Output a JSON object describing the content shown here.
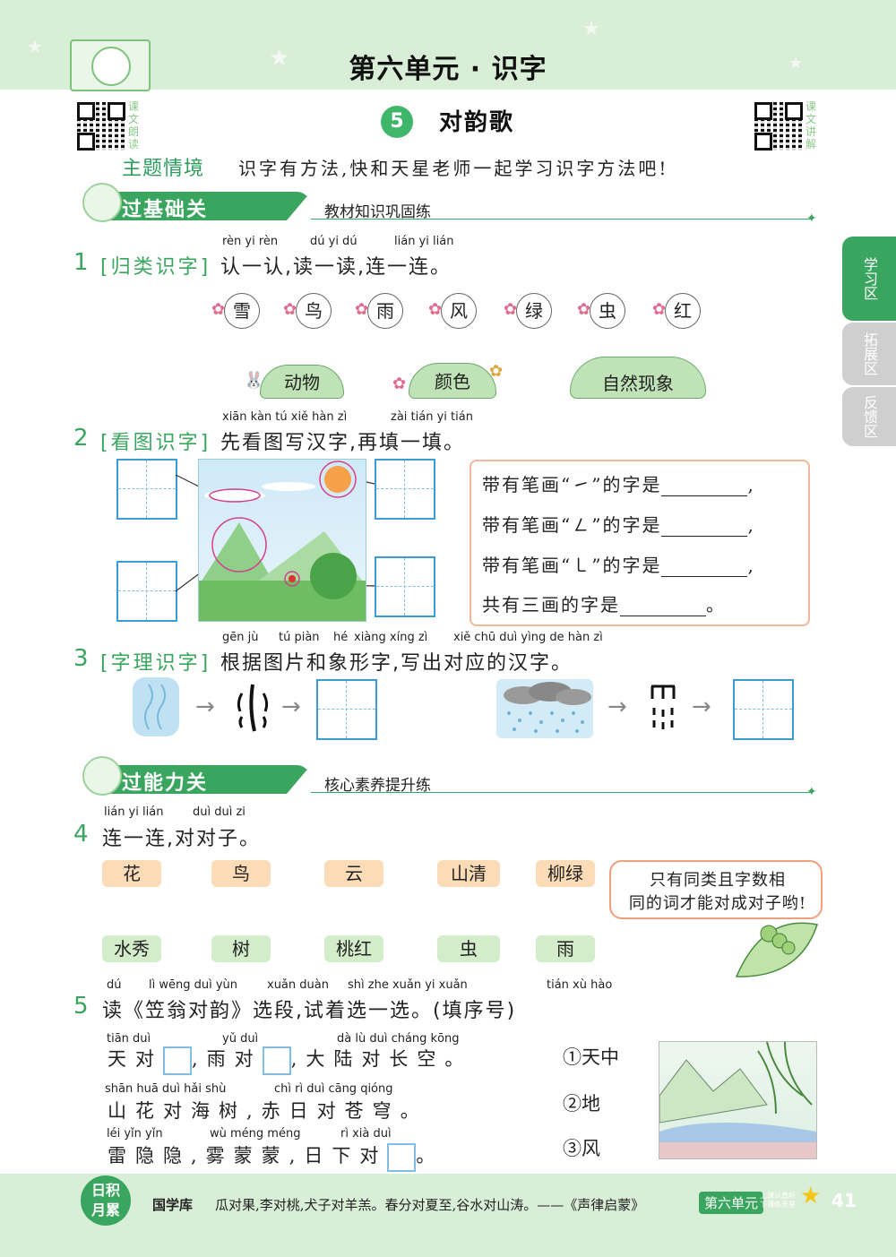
{
  "header": {
    "unit_title": "第六单元 · 识字",
    "qr_left_label": [
      "课",
      "文",
      "朗",
      "读"
    ],
    "qr_right_label": [
      "课",
      "文",
      "讲",
      "解"
    ],
    "lesson_number": "5",
    "lesson_title": "对韵歌"
  },
  "theme": {
    "label": "主题情境",
    "text": "识字有方法,快和天星老师一起学习识字方法吧!"
  },
  "section1": {
    "title": "过基础关",
    "subtitle": "教材知识巩固练"
  },
  "section2": {
    "title": "过能力关",
    "subtitle": "核心素养提升练"
  },
  "q1": {
    "num": "1",
    "tag": "[归类识字]",
    "pinyin": [
      "rèn yi rèn",
      "dú yi dú",
      "lián yi lián"
    ],
    "text": "认一认,读一读,连一连。",
    "chars": [
      "雪",
      "鸟",
      "雨",
      "风",
      "绿",
      "虫",
      "红"
    ],
    "categories": [
      "动物",
      "颜色",
      "自然现象"
    ]
  },
  "q2": {
    "num": "2",
    "tag": "[看图识字]",
    "pinyin": [
      "xiān kàn tú xiě hàn zì",
      "zài tián yi tián"
    ],
    "text": "先看图写汉字,再填一填。",
    "lines": [
      "带有笔画“㇀”的字是",
      ",",
      "带有笔画“㇜”的字是",
      ",",
      "带有笔画“㇄”的字是",
      ",",
      "共有三画的字是",
      "。"
    ]
  },
  "q3": {
    "num": "3",
    "tag": "[字理识字]",
    "pinyin": [
      "gēn jù",
      "tú piàn",
      "hé",
      "xiàng xíng zì",
      "xiě chū duì yìng de hàn zì"
    ],
    "text": "根据图片和象形字,写出对应的汉字。",
    "arrow": "→"
  },
  "q4": {
    "num": "4",
    "pinyin": [
      "lián yi lián",
      "duì duì zi"
    ],
    "text": "连一连,对对子。",
    "top": [
      "花",
      "鸟",
      "云",
      "山清",
      "柳绿"
    ],
    "bottom": [
      "水秀",
      "树",
      "桃红",
      "虫",
      "雨"
    ],
    "bubble": [
      "只有同类且字数相",
      "同的词才能对成对子哟!"
    ]
  },
  "q5": {
    "num": "5",
    "pinyin": [
      "dú",
      "lì wēng duì yùn",
      "xuǎn duàn",
      "shì zhe xuǎn yi xuǎn",
      "tián xù hào"
    ],
    "text": "读《笠翁对韵》选段,试着选一选。(填序号)",
    "row1_py": [
      "tiān duì",
      "yǔ duì",
      "dà lù duì cháng kōng"
    ],
    "row1": [
      "天对",
      ",雨对",
      ",大陆对长空",
      "。"
    ],
    "row2_py": [
      "shān huā duì hǎi shù",
      "chì rì duì cāng qióng"
    ],
    "row2": [
      "山花对海树,赤日对苍穹",
      "。"
    ],
    "row3_py": [
      "léi yǐn yǐn",
      "wù méng méng",
      "rì xià duì"
    ],
    "row3": [
      "雷隐隐,雾蒙蒙",
      ",日下对",
      "。"
    ],
    "options": [
      "①天中",
      "②地",
      "③风"
    ]
  },
  "tabs": [
    "学习区",
    "拓展区",
    "反馈区"
  ],
  "footer": {
    "badge": [
      "日积",
      "月累"
    ],
    "library": "国学库",
    "quote": "瓜对果,李对桃,犬子对羊羔。春分对夏至,谷水对山涛。——《声律启蒙》",
    "unit": "第六单元",
    "small": [
      "上课认真听",
      "下课练天星"
    ],
    "page": "41"
  },
  "colors": {
    "accent": "#3aa55e",
    "band": "#d9eed6",
    "box": "#3a9bd7"
  }
}
